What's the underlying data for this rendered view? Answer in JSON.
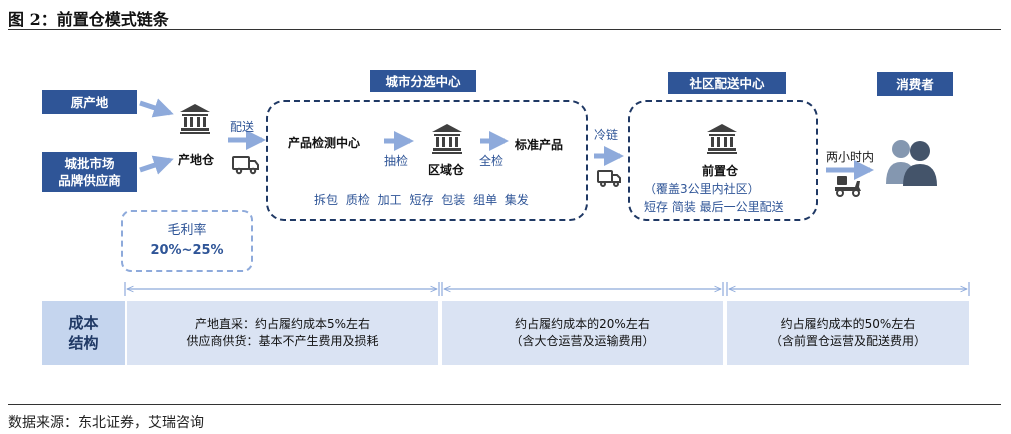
{
  "figure_title": "图 2：前置仓模式链条",
  "source": "数据来源：东北证券，艾瑞咨询",
  "sources": {
    "origin": "原产地",
    "wholesale_line1": "城批市场",
    "wholesale_line2": "品牌供应商"
  },
  "origin_warehouse": {
    "label": "产地仓",
    "delivery": "配送"
  },
  "city_center": {
    "header": "城市分选中心",
    "step1": "产品检测中心",
    "arrow1": "抽检",
    "step2": "区域仓",
    "arrow2": "全检",
    "step3": "标准产品",
    "operations": "拆包 质检 加工 短存 包装 组单 集发"
  },
  "cold_chain": "冷链",
  "community_center": {
    "header": "社区配送中心",
    "label": "前置仓",
    "coverage": "（覆盖3公里内社区）",
    "operations": "短存 简装 最后一公里配送"
  },
  "two_hours": "两小时内",
  "consumer": "消费者",
  "gross_margin": {
    "label": "毛利率",
    "value": "20%~25%"
  },
  "cost_structure": {
    "label_line1": "成本",
    "label_line2": "结构",
    "segments": [
      {
        "line1": "产地直采：约占履约成本5%左右",
        "line2": "供应商供货：基本不产生费用及损耗"
      },
      {
        "line1": "约占履约成本的20%左右",
        "line2": "（含大仓运营及运输费用）"
      },
      {
        "line1": "约占履约成本的50%左右",
        "line2": "（含前置仓运营及配送费用）"
      }
    ]
  },
  "colors": {
    "navy": "#2f5597",
    "dark_navy": "#1f3864",
    "light_band": "#dae3f3",
    "arrow": "#8eaadb",
    "icon": "#404040"
  }
}
